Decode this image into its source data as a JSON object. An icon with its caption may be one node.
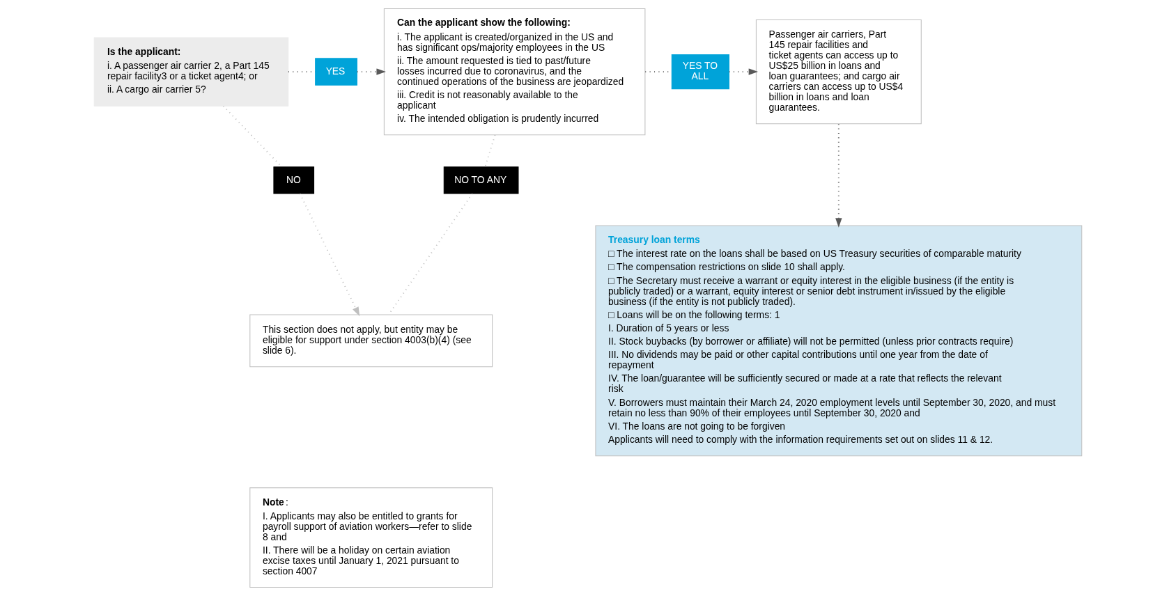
{
  "diagram": {
    "nodes": [
      {
        "text": [
          "Is the applicant:",
          "i. A passenger air carrier 2, a Part 145 repair facility3 or a ticket agent4; or",
          "ii. A cargo air carrier 5?"
        ]
      },
      {
        "text": [
          "YES"
        ]
      },
      {
        "text": [
          "Can the applicant show the following:",
          "i. The applicant is created/organized in the US and has significant ops/majority employees in the US",
          "ii. The amount requested is tied to past/future losses incurred due to coronavirus, and the continued operations of the business are jeopardized",
          "iii. Credit is not reasonably available to the applicant",
          "iv. The intended obligation is prudently incurred"
        ]
      },
      {
        "text": [
          "YES TO ALL"
        ]
      },
      {
        "text": [
          "Passenger air carriers, Part 145 repair facilities and ticket agents can access up to US$25 billion in loans and loan guarantees; and cargo air carriers can access up to US$4 billion in loans and loan guarantees."
        ]
      },
      {
        "text": [
          "NO"
        ]
      },
      {
        "text": [
          "NO TO ANY"
        ]
      },
      {
        "text": [
          "This section does not apply, but entity may be eligible for support under section 4003(b)(4) (see slide 6)."
        ]
      },
      {
        "text": [
          "Treasury loan terms",
          "□ The interest rate on the loans shall be based on US Treasury securities of comparable maturity",
          "□ The compensation restrictions on slide 10 shall apply.",
          "□ The Secretary must receive a warrant or equity interest in the eligible business (if the entity is publicly traded) or a warrant, equity interest or senior debt instrument in/issued by the eligible business (if the entity is not publicly traded).",
          "□ Loans will be on the following terms: 1",
          "I. Duration of 5 years or less",
          "II. Stock buybacks (by borrower or affiliate) will not be permitted (unless prior contracts require)",
          "III. No dividends may be paid or other capital contributions until one year from the date of repayment",
          "IV. The loan/guarantee will be sufficiently secured or made at a rate that reflects the relevant risk",
          "V. Borrowers must maintain their March 24, 2020 employment levels until September 30, 2020, and must retain no less than 90% of their employees until September 30, 2020 and",
          "VI. The loans are not going to be forgiven",
          "Applicants will need to comply with the information requirements set out on slides 11 & 12."
        ]
      },
      {
        "text": [
          "**Note**:",
          "I. Applicants may also be entitled to grants for payroll support of aviation workers—refer to slide 8 and",
          "II. There will be a holiday on certain aviation excise taxes until January 1, 2021 pursuant to section 4007"
        ]
      }
    ],
    "edges": [
      {
        "from": 0,
        "to": 1,
        "arrow": "none"
      },
      {
        "from": 1,
        "to": 2,
        "arrow": "to"
      },
      {
        "from": 2,
        "to": 3,
        "arrow": "none"
      },
      {
        "from": 3,
        "to": 4,
        "arrow": "to"
      },
      {
        "from": 0,
        "to": 5,
        "arrow": "none",
        "color": "#bfbfbf"
      },
      {
        "from": 5,
        "to": 7,
        "arrow": "to",
        "color": "#bfbfbf"
      },
      {
        "from": 2,
        "to": 6,
        "arrow": "none",
        "color": "#bfbfbf"
      },
      {
        "from": 6,
        "to": 7,
        "arrow": "none",
        "color": "#bfbfbf"
      },
      {
        "from": 4,
        "to": 8,
        "arrow": "to"
      }
    ]
  }
}
